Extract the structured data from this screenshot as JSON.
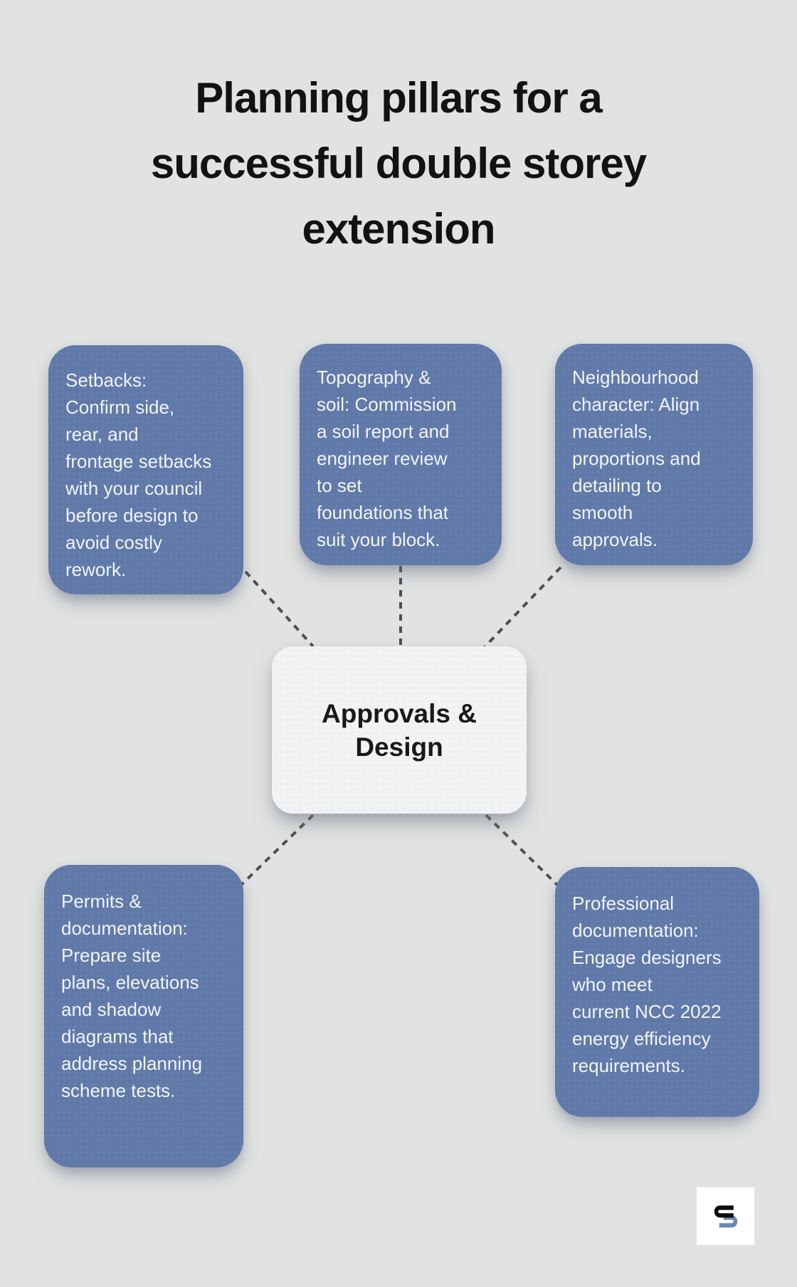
{
  "title": "Planning pillars for a\nsuccessful double storey\nextension",
  "center_node": {
    "label": "Approvals &\nDesign"
  },
  "nodes": [
    {
      "id": "setbacks",
      "text": "Setbacks:\nConfirm side,\nrear, and\nfrontage setbacks\nwith your council\nbefore design to\navoid costly\nrework."
    },
    {
      "id": "topography-soil",
      "text": "Topography &\nsoil: Commission\na soil report and\nengineer review\nto set\nfoundations that\nsuit your block."
    },
    {
      "id": "neighbourhood-character",
      "text": "Neighbourhood\ncharacter: Align\nmaterials,\nproportions and\ndetailing to\nsmooth\napprovals."
    },
    {
      "id": "permits-documentation",
      "text": "Permits &\ndocumentation:\nPrepare site\nplans, elevations\nand shadow\ndiagrams that\naddress planning\nscheme tests."
    },
    {
      "id": "professional-documentation",
      "text": "Professional\ndocumentation:\nEngage designers\nwho meet\ncurrent NCC 2022\nenergy efficiency\nrequirements."
    }
  ],
  "logo": {
    "icon": "s-monogram-logo-icon"
  },
  "colors": {
    "background": "#e1e3e2",
    "node_fill": "#6079a9",
    "node_text": "#f2f5f9",
    "center_fill": "#f2f3f4",
    "center_text": "#191919",
    "connector": "#4d5052",
    "title": "#121212",
    "logo_black": "#0d0d0d",
    "logo_blue": "#6d87b5",
    "logo_background": "#ffffff"
  }
}
